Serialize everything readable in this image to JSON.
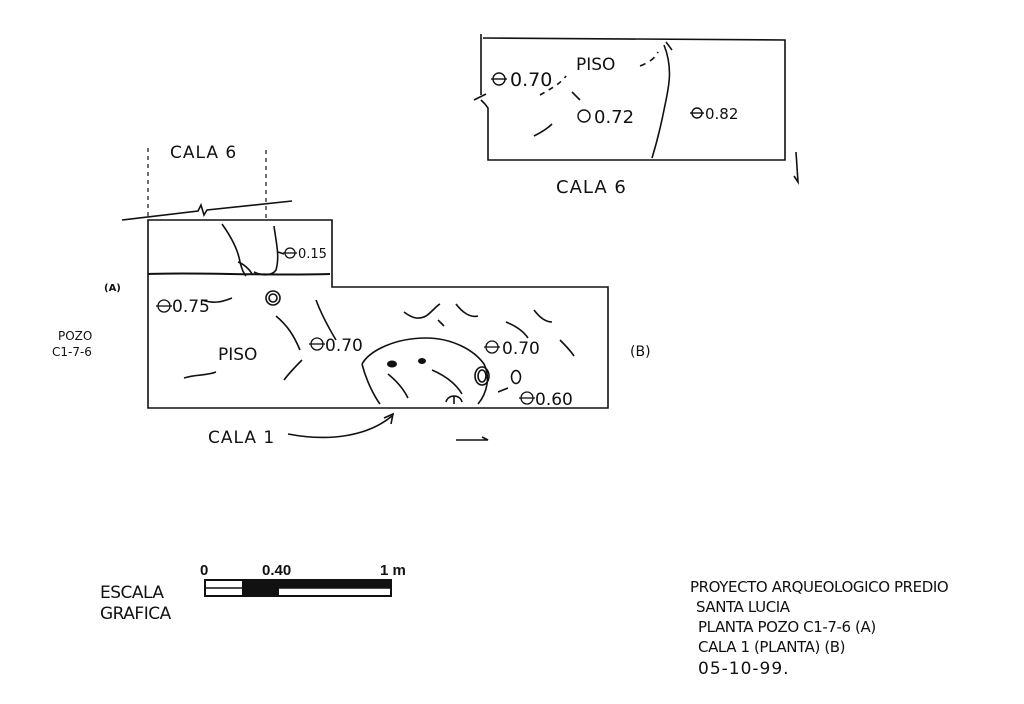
{
  "upper_plan": {
    "name": "CALA 6",
    "label_piso": "PISO",
    "levels": [
      "0.70",
      "0.72",
      "0.82"
    ]
  },
  "lower_plan": {
    "cala6_label": "CALA 6",
    "cala1_label": "CALA 1",
    "pozo_label": [
      "POZO",
      "C1-7-6"
    ],
    "marker_a": "(A)",
    "marker_b": "(B)",
    "label_piso": "PISO",
    "levels": [
      "0.15",
      "0.75",
      "0.70",
      "0.70",
      "0.60"
    ]
  },
  "scale_bar": {
    "title": [
      "ESCALA",
      "GRAFICA"
    ],
    "ticks": [
      "0",
      "0.40",
      "1 m"
    ]
  },
  "title_block": {
    "lines": [
      "PROYECTO ARQUEOLOGICO PREDIO",
      "SANTA LUCIA",
      "PLANTA POZO C1-7-6 (A)",
      "CALA 1 (PLANTA) (B)",
      "05-10-99."
    ]
  },
  "colors": {
    "ink": "#111111",
    "paper": "#ffffff"
  }
}
